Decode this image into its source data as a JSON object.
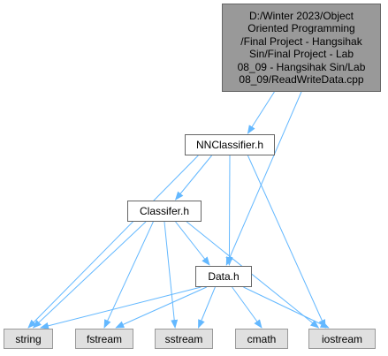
{
  "colors": {
    "edge": "#63b8ff",
    "root_fill": "#999999",
    "node_fill": "#ffffff",
    "external_fill": "#e0e0e0",
    "border": "#666666"
  },
  "diagram": {
    "root": {
      "lines": [
        "D:/Winter 2023/Object",
        "Oriented Programming",
        "/Final Project - Hangsihak",
        "Sin/Final Project - Lab",
        "08_09 - Hangsihak Sin/Lab",
        "08_09/ReadWriteData.cpp"
      ]
    },
    "nodes": {
      "nnclassifier": "NNClassifier.h",
      "classifer": "Classifer.h",
      "data": "Data.h",
      "string": "string",
      "fstream": "fstream",
      "sstream": "sstream",
      "cmath": "cmath",
      "iostream": "iostream"
    },
    "edges": [
      [
        "root",
        "nnclassifier"
      ],
      [
        "root",
        "data"
      ],
      [
        "nnclassifier",
        "classifer"
      ],
      [
        "nnclassifier",
        "string"
      ],
      [
        "nnclassifier",
        "data"
      ],
      [
        "nnclassifier",
        "iostream"
      ],
      [
        "classifer",
        "string"
      ],
      [
        "classifer",
        "fstream"
      ],
      [
        "classifer",
        "sstream"
      ],
      [
        "classifer",
        "data"
      ],
      [
        "classifer",
        "iostream"
      ],
      [
        "data",
        "string"
      ],
      [
        "data",
        "fstream"
      ],
      [
        "data",
        "sstream"
      ],
      [
        "data",
        "cmath"
      ],
      [
        "data",
        "iostream"
      ]
    ]
  }
}
